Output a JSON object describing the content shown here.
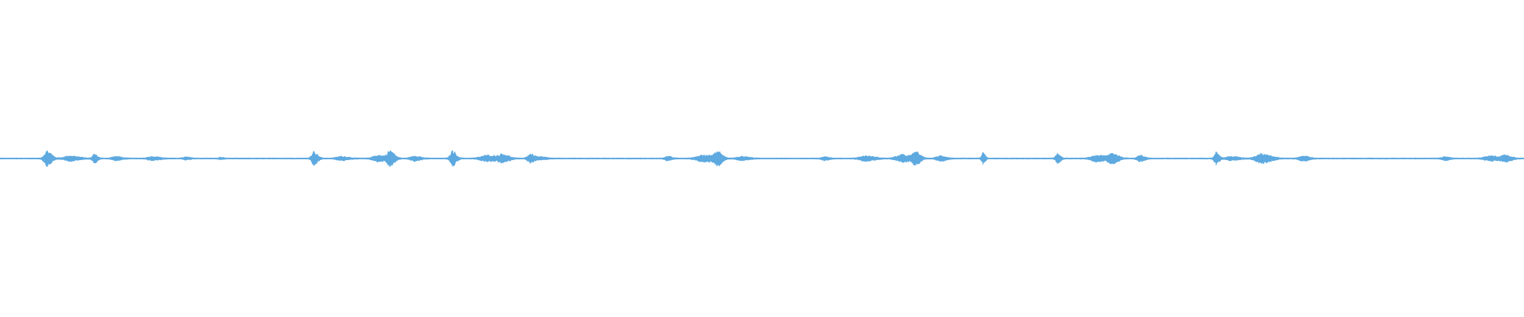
{
  "waveform": {
    "color": "#5DA9E0",
    "background": "#FFFFFF",
    "baseline_fraction": 0.5,
    "bursts": [
      {
        "t": 0.031,
        "amp": 0.024,
        "w": 0.006
      },
      {
        "t": 0.046,
        "amp": 0.008,
        "w": 0.012
      },
      {
        "t": 0.062,
        "amp": 0.014,
        "w": 0.004
      },
      {
        "t": 0.076,
        "amp": 0.006,
        "w": 0.008
      },
      {
        "t": 0.1,
        "amp": 0.006,
        "w": 0.01
      },
      {
        "t": 0.122,
        "amp": 0.004,
        "w": 0.006
      },
      {
        "t": 0.145,
        "amp": 0.003,
        "w": 0.004
      },
      {
        "t": 0.206,
        "amp": 0.022,
        "w": 0.005
      },
      {
        "t": 0.224,
        "amp": 0.006,
        "w": 0.01
      },
      {
        "t": 0.248,
        "amp": 0.01,
        "w": 0.01
      },
      {
        "t": 0.256,
        "amp": 0.024,
        "w": 0.006
      },
      {
        "t": 0.272,
        "amp": 0.008,
        "w": 0.008
      },
      {
        "t": 0.297,
        "amp": 0.024,
        "w": 0.005
      },
      {
        "t": 0.32,
        "amp": 0.01,
        "w": 0.014
      },
      {
        "t": 0.33,
        "amp": 0.012,
        "w": 0.008
      },
      {
        "t": 0.348,
        "amp": 0.014,
        "w": 0.006
      },
      {
        "t": 0.355,
        "amp": 0.004,
        "w": 0.008
      },
      {
        "t": 0.438,
        "amp": 0.006,
        "w": 0.006
      },
      {
        "t": 0.462,
        "amp": 0.012,
        "w": 0.014
      },
      {
        "t": 0.471,
        "amp": 0.02,
        "w": 0.006
      },
      {
        "t": 0.487,
        "amp": 0.006,
        "w": 0.01
      },
      {
        "t": 0.541,
        "amp": 0.006,
        "w": 0.006
      },
      {
        "t": 0.568,
        "amp": 0.008,
        "w": 0.012
      },
      {
        "t": 0.592,
        "amp": 0.012,
        "w": 0.012
      },
      {
        "t": 0.601,
        "amp": 0.02,
        "w": 0.006
      },
      {
        "t": 0.617,
        "amp": 0.008,
        "w": 0.008
      },
      {
        "t": 0.645,
        "amp": 0.018,
        "w": 0.003
      },
      {
        "t": 0.694,
        "amp": 0.016,
        "w": 0.004
      },
      {
        "t": 0.72,
        "amp": 0.01,
        "w": 0.012
      },
      {
        "t": 0.73,
        "amp": 0.016,
        "w": 0.008
      },
      {
        "t": 0.748,
        "amp": 0.01,
        "w": 0.006
      },
      {
        "t": 0.798,
        "amp": 0.02,
        "w": 0.004
      },
      {
        "t": 0.808,
        "amp": 0.006,
        "w": 0.01
      },
      {
        "t": 0.828,
        "amp": 0.016,
        "w": 0.012
      },
      {
        "t": 0.855,
        "amp": 0.008,
        "w": 0.008
      },
      {
        "t": 0.948,
        "amp": 0.006,
        "w": 0.006
      },
      {
        "t": 0.978,
        "amp": 0.008,
        "w": 0.012
      },
      {
        "t": 0.988,
        "amp": 0.01,
        "w": 0.008
      }
    ],
    "noise_floor": 0.002
  }
}
